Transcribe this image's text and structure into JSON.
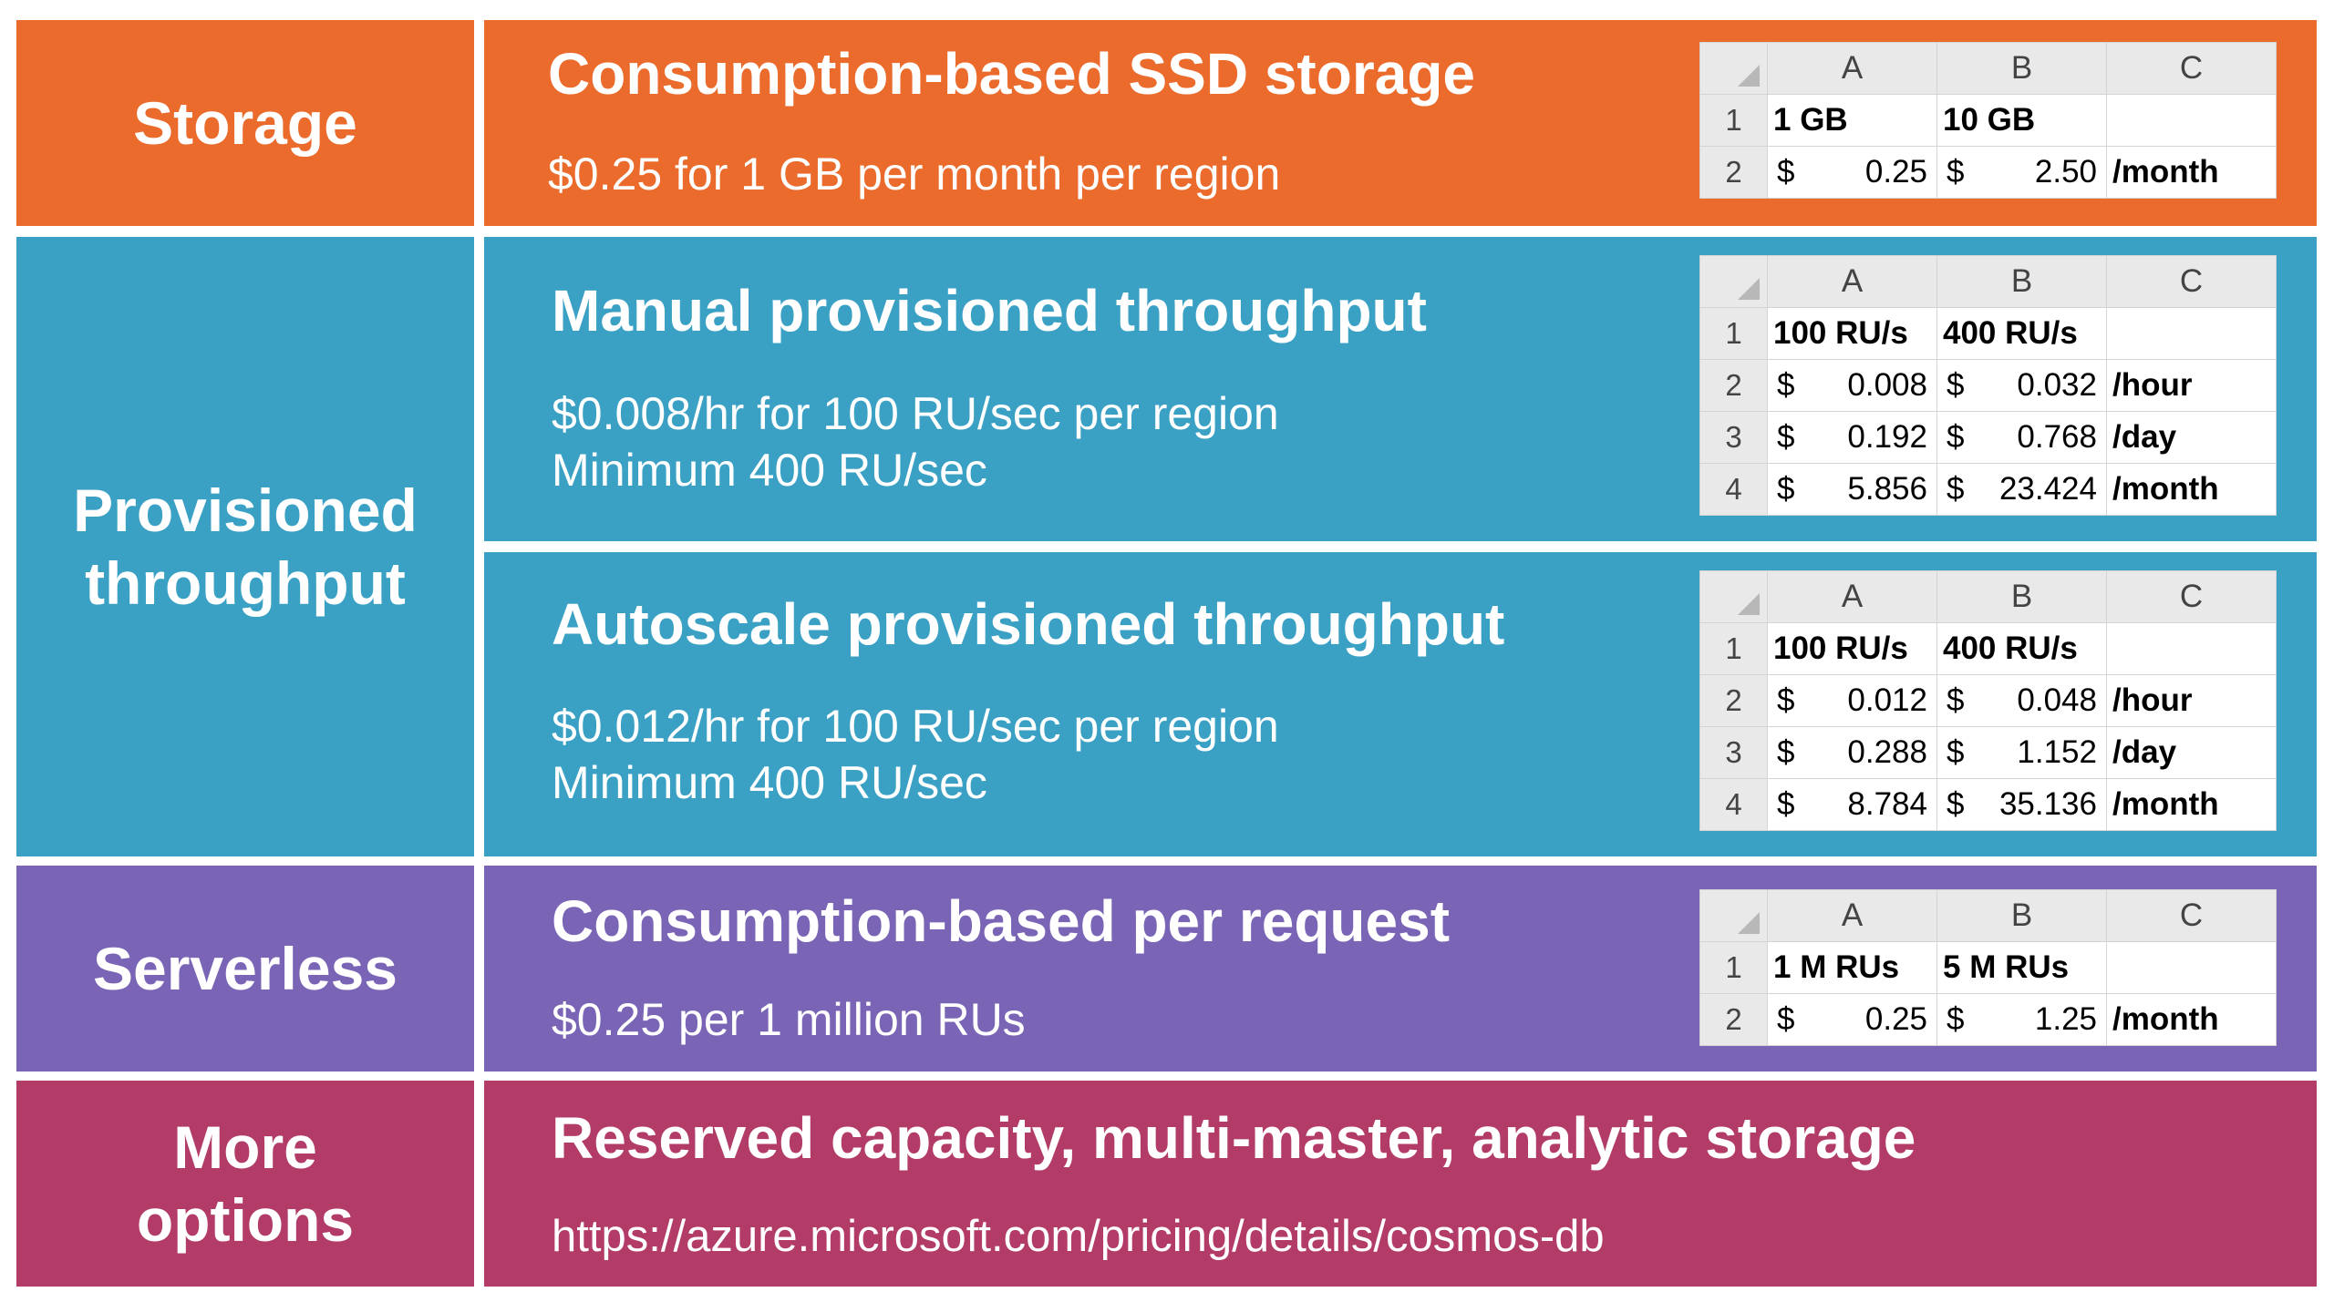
{
  "colors": {
    "storage": "#ea6b2c",
    "provisioned": "#3aa1c4",
    "serverless": "#7a64b6",
    "more": "#b23b68"
  },
  "rows": {
    "storage": {
      "label": "Storage",
      "title": "Consumption-based SSD storage",
      "desc": [
        "$0.25 for 1 GB per month per region"
      ],
      "table": {
        "cols": [
          "A",
          "B",
          "C"
        ],
        "header": {
          "num": "1",
          "a": "1 GB",
          "b": "10 GB",
          "c": ""
        },
        "rows": [
          {
            "num": "2",
            "a_sym": "$",
            "a_val": "0.25",
            "b_sym": "$",
            "b_val": "2.50",
            "c": "/month"
          }
        ]
      }
    },
    "provisioned": {
      "label_line1": "Provisioned",
      "label_line2": "throughput",
      "manual": {
        "title": "Manual provisioned throughput",
        "desc": [
          "$0.008/hr for 100 RU/sec per region",
          "Minimum 400 RU/sec"
        ],
        "table": {
          "cols": [
            "A",
            "B",
            "C"
          ],
          "header": {
            "num": "1",
            "a": "100 RU/s",
            "b": "400 RU/s",
            "c": ""
          },
          "rows": [
            {
              "num": "2",
              "a_sym": "$",
              "a_val": "0.008",
              "b_sym": "$",
              "b_val": "0.032",
              "c": "/hour"
            },
            {
              "num": "3",
              "a_sym": "$",
              "a_val": "0.192",
              "b_sym": "$",
              "b_val": "0.768",
              "c": "/day"
            },
            {
              "num": "4",
              "a_sym": "$",
              "a_val": "5.856",
              "b_sym": "$",
              "b_val": "23.424",
              "c": "/month"
            }
          ]
        }
      },
      "autoscale": {
        "title": "Autoscale provisioned throughput",
        "desc": [
          "$0.012/hr for 100 RU/sec per region",
          "Minimum 400 RU/sec"
        ],
        "table": {
          "cols": [
            "A",
            "B",
            "C"
          ],
          "header": {
            "num": "1",
            "a": "100 RU/s",
            "b": "400 RU/s",
            "c": ""
          },
          "rows": [
            {
              "num": "2",
              "a_sym": "$",
              "a_val": "0.012",
              "b_sym": "$",
              "b_val": "0.048",
              "c": "/hour"
            },
            {
              "num": "3",
              "a_sym": "$",
              "a_val": "0.288",
              "b_sym": "$",
              "b_val": "1.152",
              "c": "/day"
            },
            {
              "num": "4",
              "a_sym": "$",
              "a_val": "8.784",
              "b_sym": "$",
              "b_val": "35.136",
              "c": "/month"
            }
          ]
        }
      }
    },
    "serverless": {
      "label": "Serverless",
      "title": "Consumption-based per request",
      "desc": [
        "$0.25 per 1 million RUs"
      ],
      "table": {
        "cols": [
          "A",
          "B",
          "C"
        ],
        "header": {
          "num": "1",
          "a": "1 M RUs",
          "b": "5 M RUs",
          "c": ""
        },
        "rows": [
          {
            "num": "2",
            "a_sym": "$",
            "a_val": "0.25",
            "b_sym": "$",
            "b_val": "1.25",
            "c": "/month"
          }
        ]
      }
    },
    "more": {
      "label_line1": "More",
      "label_line2": "options",
      "title": "Reserved capacity, multi-master, analytic storage",
      "url": "https://azure.microsoft.com/pricing/details/cosmos-db"
    }
  }
}
